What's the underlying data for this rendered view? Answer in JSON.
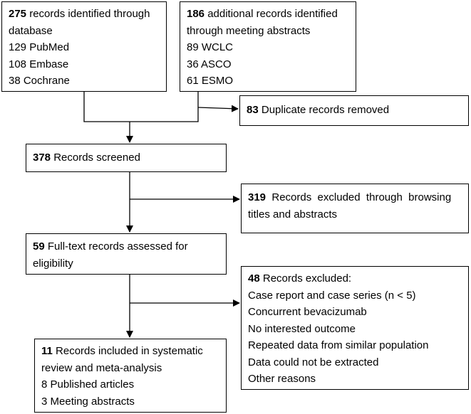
{
  "boxes": {
    "database": {
      "count": "275",
      "text_1": " records identified through",
      "text_2": "database",
      "items": [
        "129 PubMed",
        "108 Embase",
        "38 Cochrane"
      ]
    },
    "meeting": {
      "count": "186",
      "text_1": " additional records identified",
      "text_2": "through meeting abstracts",
      "items": [
        "89 WCLC",
        "36 ASCO",
        "61 ESMO"
      ]
    },
    "duplicates": {
      "count": "83",
      "text": " Duplicate records removed"
    },
    "screened": {
      "count": "378",
      "text": " Records screened"
    },
    "excluded_titles": {
      "count": "319",
      "text_1": "  Records  excluded  through  browsing",
      "text_2": "titles and abstracts"
    },
    "fulltext": {
      "count": "59",
      "text_1": " Full-text records assessed for",
      "text_2": "eligibility"
    },
    "excluded_reasons": {
      "count": "48",
      "text": " Records excluded:",
      "reasons": [
        "Case report and case series (n < 5)",
        "Concurrent bevacizumab",
        "No interested outcome",
        "Repeated data from similar population",
        "Data could not be extracted",
        "Other reasons"
      ]
    },
    "included": {
      "count": "11",
      "text_1": " Records included in systematic",
      "text_2": "review and meta-analysis",
      "items": [
        "8 Published articles",
        "3 Meeting abstracts"
      ]
    }
  }
}
